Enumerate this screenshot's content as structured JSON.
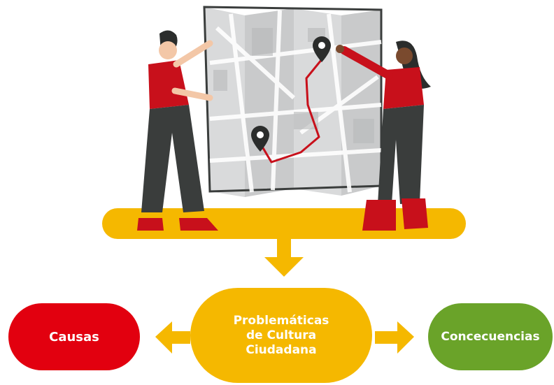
{
  "colors": {
    "yellow": "#f5b800",
    "red": "#e2000f",
    "green": "#6aa329",
    "figure_red": "#c8101b",
    "dark_gray": "#3a3d3c",
    "map_gray": "#cfd0d0"
  },
  "diagram": {
    "left_node": "Causas",
    "center_node_lines": [
      "Problemáticas",
      "de Cultura",
      "Ciudadana"
    ],
    "right_node": "Concecuencias"
  }
}
